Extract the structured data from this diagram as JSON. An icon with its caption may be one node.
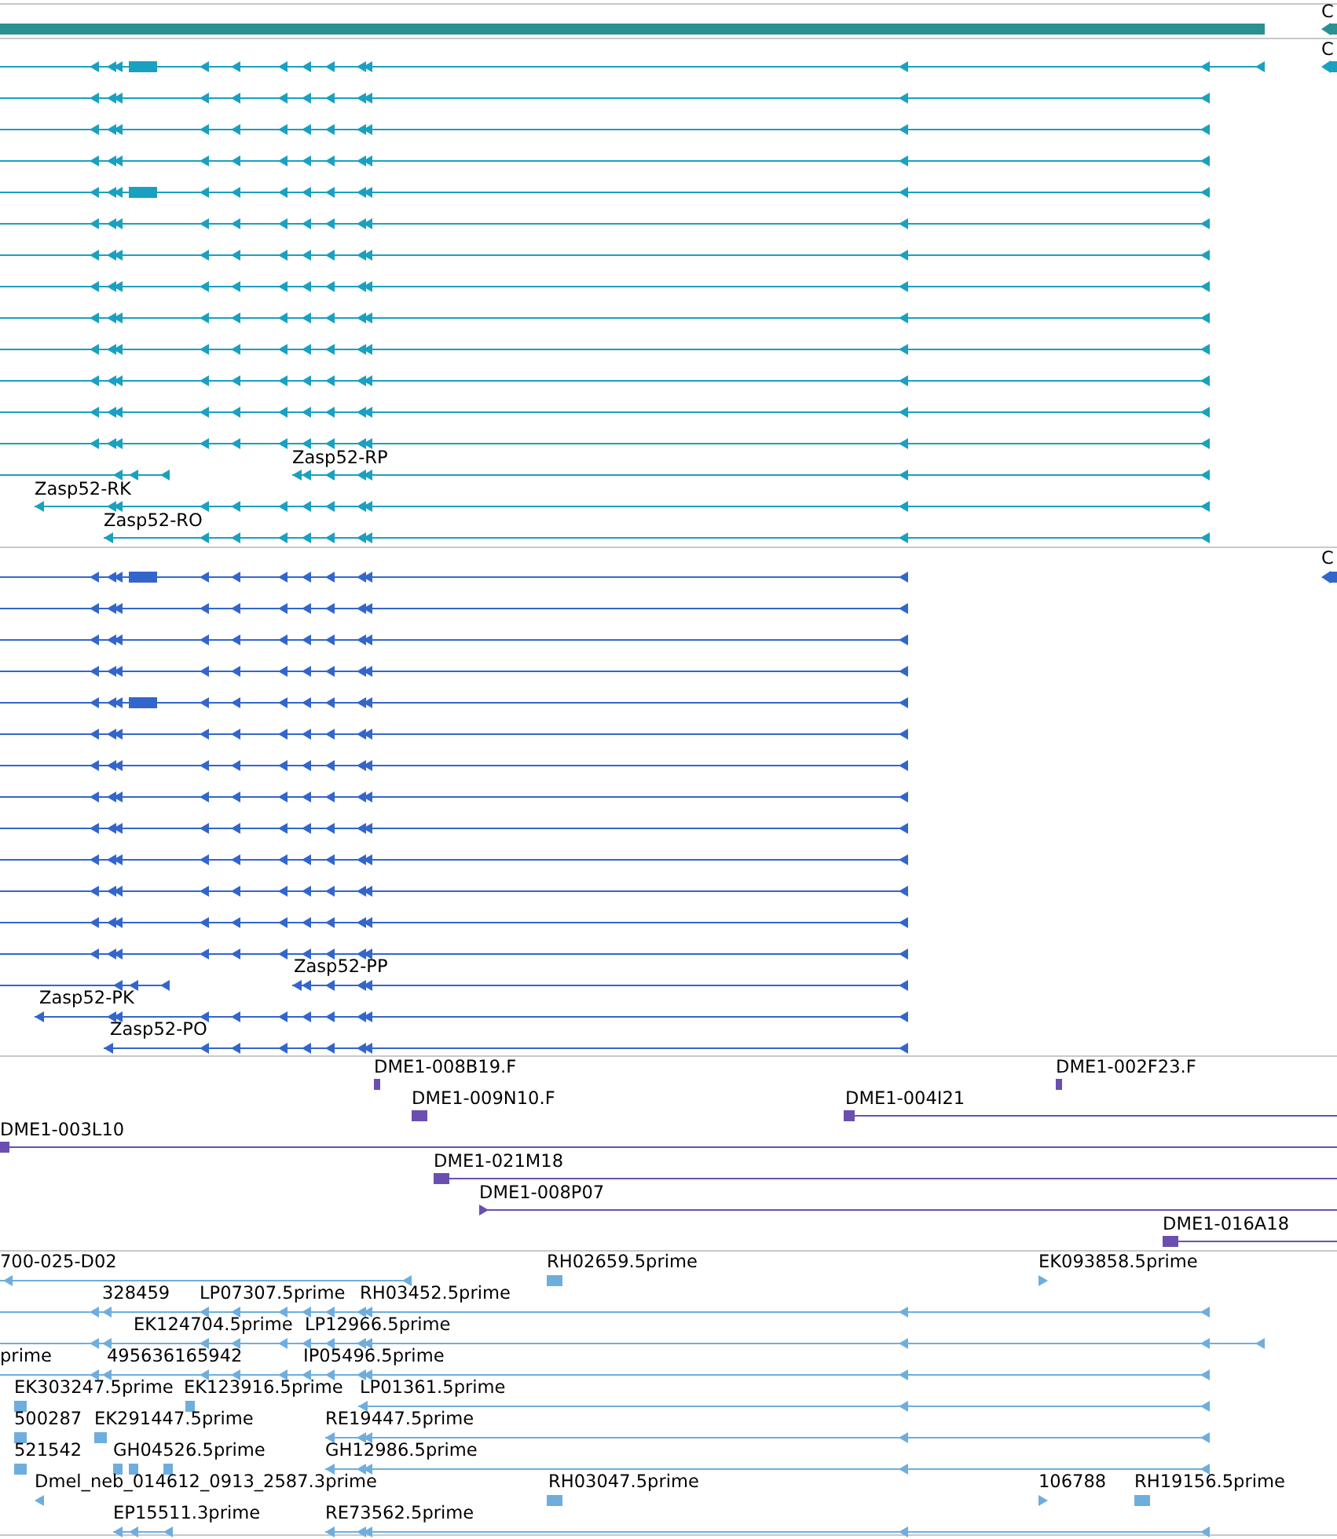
{
  "diagram": {
    "labels": [
      "C",
      "C",
      "Zasp52-RP",
      "Zasp52-RK",
      "Zasp52-RO",
      "C",
      "Zasp52-PP",
      "Zasp52-PK",
      "Zasp52-PO",
      "DME1-008B19.F",
      "DME1-002F23.F",
      "DME1-009N10.F",
      "DME1-004I21",
      "DME1-003L10",
      "DME1-021M18",
      "DME1-008P07",
      "DME1-016A18",
      "700-025-D02",
      "RH02659.5prime",
      "EK093858.5prime",
      "328459",
      "LP07307.5prime",
      "RH03452.5prime",
      "EK124704.5prime",
      "LP12966.5prime",
      "prime",
      "495636165942",
      "IP05496.5prime",
      "EK303247.5prime",
      "EK123916.5prime",
      "LP01361.5prime",
      "500287",
      "EK291447.5prime",
      "RE19447.5prime",
      "521542",
      "GH04526.5prime",
      "GH12986.5prime",
      "Dmel_neb_014612_0913_2587.3prime",
      "RH03047.5prime",
      "106788",
      "RH19156.5prime",
      "EP15511.3prime",
      "RE73562.5prime"
    ]
  }
}
